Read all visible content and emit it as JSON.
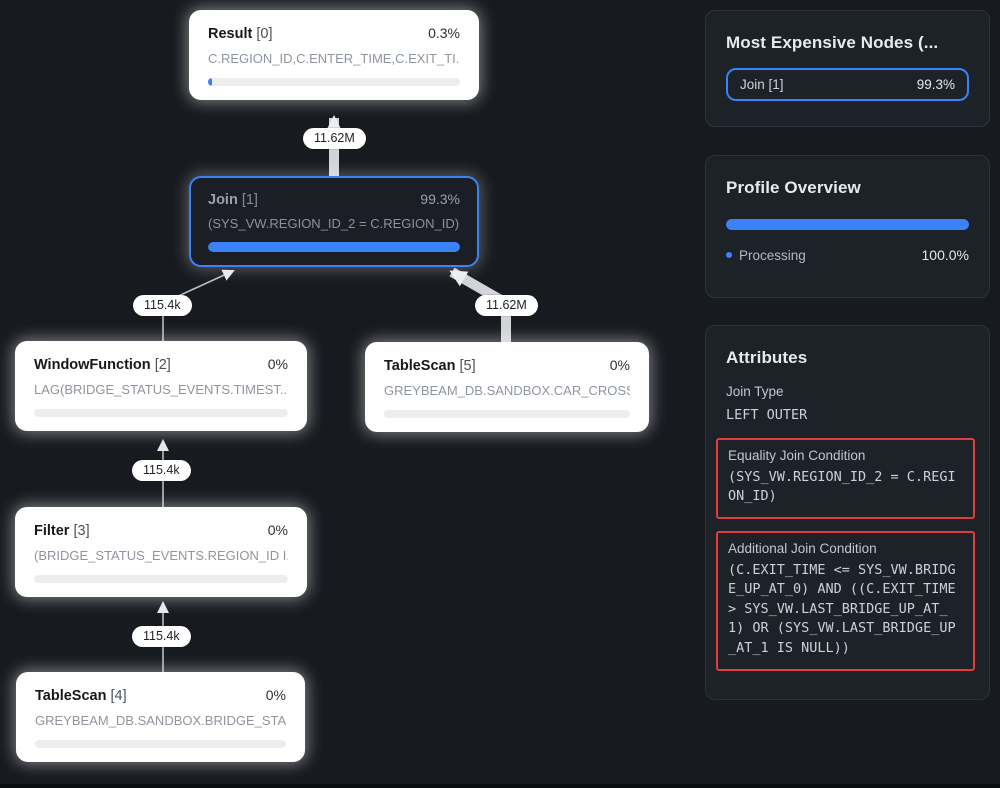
{
  "graph": {
    "nodes": {
      "result": {
        "title": "Result",
        "index": "[0]",
        "percent": "0.3%",
        "subtitle": "C.REGION_ID,C.ENTER_TIME,C.EXIT_TI...",
        "progress_pct": 1.4
      },
      "join": {
        "title": "Join",
        "index": "[1]",
        "percent": "99.3%",
        "subtitle": "(SYS_VW.REGION_ID_2 = C.REGION_ID)",
        "progress_pct": 100
      },
      "windowfunction": {
        "title": "WindowFunction",
        "index": "[2]",
        "percent": "0%",
        "subtitle": "LAG(BRIDGE_STATUS_EVENTS.TIMEST...",
        "progress_pct": 0
      },
      "tablescan5": {
        "title": "TableScan",
        "index": "[5]",
        "percent": "0%",
        "subtitle": "GREYBEAM_DB.SANDBOX.CAR_CROSSI...",
        "progress_pct": 0
      },
      "filter": {
        "title": "Filter",
        "index": "[3]",
        "percent": "0%",
        "subtitle": "(BRIDGE_STATUS_EVENTS.REGION_ID I...",
        "progress_pct": 0
      },
      "tablescan4": {
        "title": "TableScan",
        "index": "[4]",
        "percent": "0%",
        "subtitle": "GREYBEAM_DB.SANDBOX.BRIDGE_STA...",
        "progress_pct": 0
      }
    },
    "edges": {
      "result_join": "11.62M",
      "join_windowfunction": "115.4k",
      "join_tablescan5": "11.62M",
      "windowfunction_filter": "115.4k",
      "filter_tablescan4": "115.4k"
    }
  },
  "sidebar": {
    "expensive": {
      "title": "Most Expensive Nodes (...",
      "items": [
        {
          "label": "Join [1]",
          "value": "99.3%"
        }
      ]
    },
    "profile": {
      "title": "Profile Overview",
      "legend_label": "Processing",
      "legend_value": "100.0%",
      "progress_pct": 100
    },
    "attributes": {
      "title": "Attributes",
      "fields": [
        {
          "label": "Join Type",
          "value": "LEFT OUTER"
        },
        {
          "label": "Equality Join Condition",
          "value": "(SYS_VW.REGION_ID_2 = C.REGION_ID)"
        },
        {
          "label": "Additional Join Condition",
          "value": "(C.EXIT_TIME <= SYS_VW.BRIDGE_UP_AT_0) AND ((C.EXIT_TIME > SYS_VW.LAST_BRIDGE_UP_AT_1) OR (SYS_VW.LAST_BRIDGE_UP_AT_1 IS NULL))"
        }
      ]
    }
  },
  "colors": {
    "accent_blue": "#3b82f6",
    "highlight_red": "#e23d3d"
  }
}
